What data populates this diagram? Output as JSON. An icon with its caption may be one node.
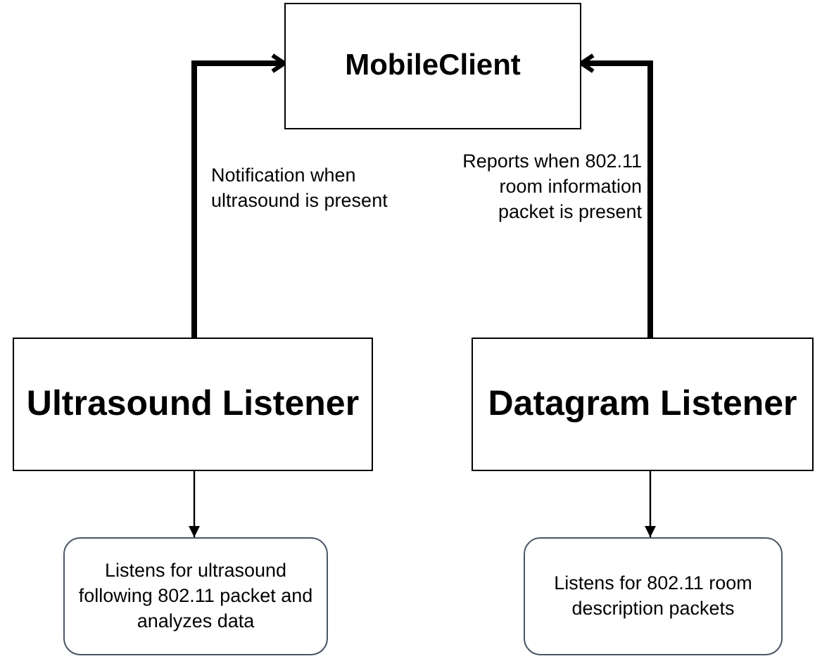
{
  "diagram": {
    "nodes": [
      {
        "text": [
          "MobileClient"
        ]
      },
      {
        "text": [
          "Ultrasound Listener"
        ]
      },
      {
        "text": [
          "Datagram Listener"
        ]
      },
      {
        "text": [
          "Listens for ultrasound following 802.11 packet and analyzes data"
        ]
      },
      {
        "text": [
          "Listens for 802.11 room description packets"
        ]
      }
    ],
    "edges": [
      {
        "from": 1,
        "to": 0,
        "arrow": "to",
        "label": "Notification when ultrasound is present",
        "style": "thick"
      },
      {
        "from": 2,
        "to": 0,
        "arrow": "to",
        "label": "Reports when 802.11 room information packet is present",
        "style": "thick"
      },
      {
        "from": 1,
        "to": 3,
        "arrow": "to"
      },
      {
        "from": 2,
        "to": 4,
        "arrow": "to"
      }
    ]
  }
}
